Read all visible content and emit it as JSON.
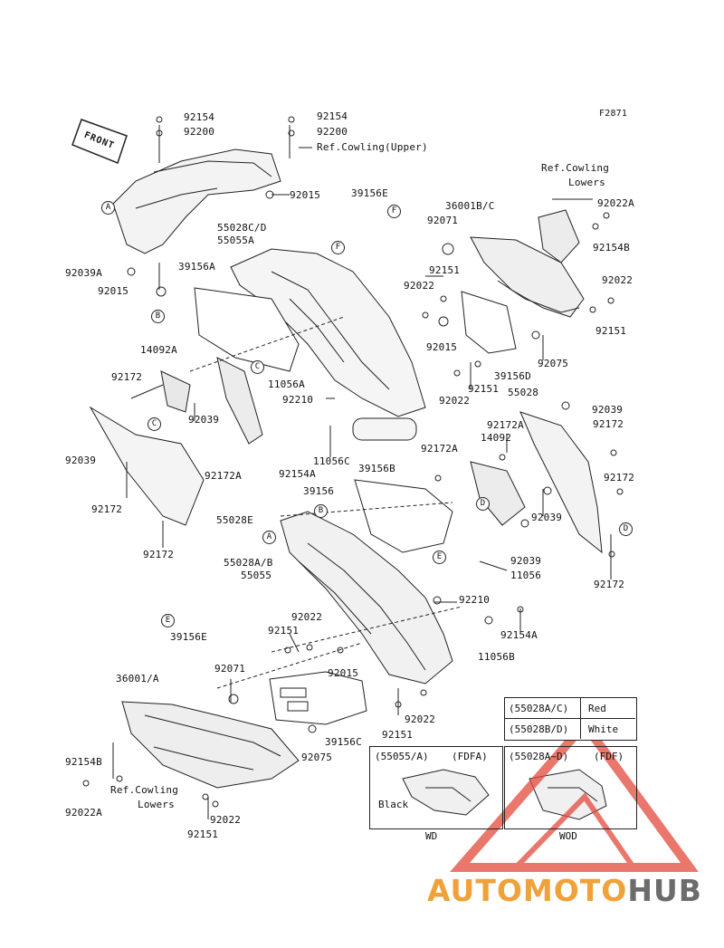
{
  "figure_code": "F2871",
  "front_label": "FRONT",
  "callouts": {
    "a1": "A",
    "a2": "A",
    "b1": "B",
    "b2": "B",
    "c1": "C",
    "c2": "C",
    "d1": "D",
    "d2": "D",
    "e1": "E",
    "e2": "E",
    "f1": "F",
    "f2": "F"
  },
  "labels": {
    "p92154_top_l": "92154",
    "p92200_top_l": "92200",
    "p92154_top_r": "92154",
    "p92200_top_r": "92200",
    "ref_upper": "Ref.Cowling(Upper)",
    "p92015_top": "92015",
    "p39156E_top": "39156E",
    "p55028CD": "55028C/D",
    "p55055A": "55055A",
    "p39156A": "39156A",
    "p92039A": "92039A",
    "p92015_l": "92015",
    "ref_lowers_r1": "Ref.Cowling",
    "ref_lowers_r2": "Lowers",
    "p36001BC": "36001B/C",
    "p92071_r": "92071",
    "p92022A_r": "92022A",
    "p92154B_r": "92154B",
    "p92151_mid": "92151",
    "p92022_mid": "92022",
    "p92022_r": "92022",
    "p92151_r": "92151",
    "p92015_mid": "92015",
    "p92075_r": "92075",
    "p39156D": "39156D",
    "p92151_mid2": "92151",
    "p92022_mid2": "92022",
    "p55028_r": "55028",
    "p92039_r": "92039",
    "p14092A": "14092A",
    "p92172_l": "92172",
    "p11056A": "11056A",
    "p92210_top": "92210",
    "p92039_l": "92039",
    "p92172_r1": "92172",
    "p14092": "14092",
    "p92172A_mid": "92172A",
    "p92172A_l": "92172A",
    "p11056C": "11056C",
    "p92154A_mid": "92154A",
    "p39156B": "39156B",
    "p92039_far_l": "92039",
    "p92172_r2": "92172",
    "p92172_ll": "92172",
    "p39156": "39156",
    "p92039_d": "92039",
    "p55028E": "55028E",
    "p92172_lb": "92172",
    "p92039_d2": "92039",
    "p11056": "11056",
    "p55028AB": "55028A/B",
    "p55055": "55055",
    "p92172_rb": "92172",
    "p92210_b": "92210",
    "p92022_b": "92022",
    "p92151_b": "92151",
    "p92154A_b": "92154A",
    "p39156E_b": "39156E",
    "p11056B": "11056B",
    "p36001A": "36001/A",
    "p92071_b": "92071",
    "p92015_b": "92015",
    "p92022_b2": "92022",
    "p92151_b2": "92151",
    "p39156C": "39156C",
    "p92075_b": "92075",
    "p92154B_b": "92154B",
    "ref_lowers_b1": "Ref.Cowling",
    "ref_lowers_b2": "Lowers",
    "p92022A_b": "92022A",
    "p92022_b3": "92022",
    "p92151_b3": "92151"
  },
  "color_table": {
    "rows": [
      {
        "part": "(55028A/C)",
        "color": "Red"
      },
      {
        "part": "(55028B/D)",
        "color": "White"
      }
    ]
  },
  "inset_left": {
    "part": "(55055/A)",
    "variant": "(FDFA)",
    "color_note": "Black",
    "footer": "WD"
  },
  "inset_right": {
    "part": "(55028A~D)",
    "variant": "(FDF)",
    "footer": "WOD"
  },
  "watermark": {
    "part1": "AUTOMOTO",
    "part2": "HUB",
    "color1": "#f0a13a",
    "color2": "#6c6c6c",
    "triangle_color": "#e34a3c"
  }
}
